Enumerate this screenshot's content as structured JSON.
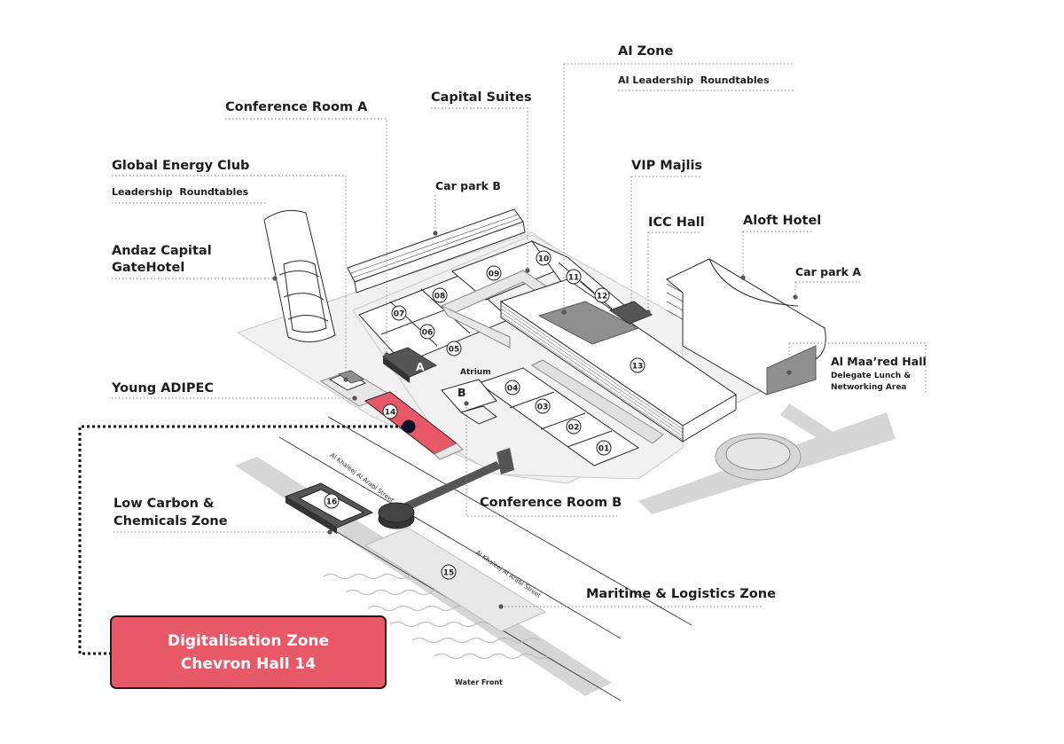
{
  "labels": {
    "ai_zone": "AI Zone",
    "ai_zone_sub": "AI Leadership  Roundtables",
    "capital_suites": "Capital Suites",
    "conference_room_a": "Conference Room A",
    "global_energy_club": "Global Energy Club",
    "global_energy_club_sub": "Leadership  Roundtables",
    "car_park_b": "Car park B",
    "vip_majlis": "VIP Majlis",
    "icc_hall": "ICC Hall",
    "aloft_hotel": "Aloft Hotel",
    "andaz_line1": "Andaz Capital",
    "andaz_line2": "GateHotel",
    "car_park_a": "Car park A",
    "al_maared_hall": "Al Maa’red Hall",
    "al_maared_sub1": "Delegate Lunch &",
    "al_maared_sub2": "Networking Area",
    "young_adipec": "Young ADIPEC",
    "atrium": "Atrium",
    "conference_room_b": "Conference Room B",
    "low_carbon_line1": "Low Carbon &",
    "low_carbon_line2": "Chemicals Zone",
    "maritime": "Maritime & Logistics Zone",
    "water_front": "Water Front",
    "street_1": "Al Khaleej Al Arabi Street",
    "street_2": "Al Khaleej Al Arabi Street",
    "hall_a": "A",
    "hall_b": "B"
  },
  "halls": [
    "01",
    "02",
    "03",
    "04",
    "05",
    "06",
    "07",
    "08",
    "09",
    "10",
    "11",
    "12",
    "13",
    "14",
    "15",
    "16"
  ],
  "callout": {
    "line1": "Digitalisation Zone",
    "line2": "Chevron Hall 14"
  },
  "colors": {
    "highlight": "#e85867",
    "marker": "#0d0d2b",
    "text": "#1d1d1d"
  }
}
